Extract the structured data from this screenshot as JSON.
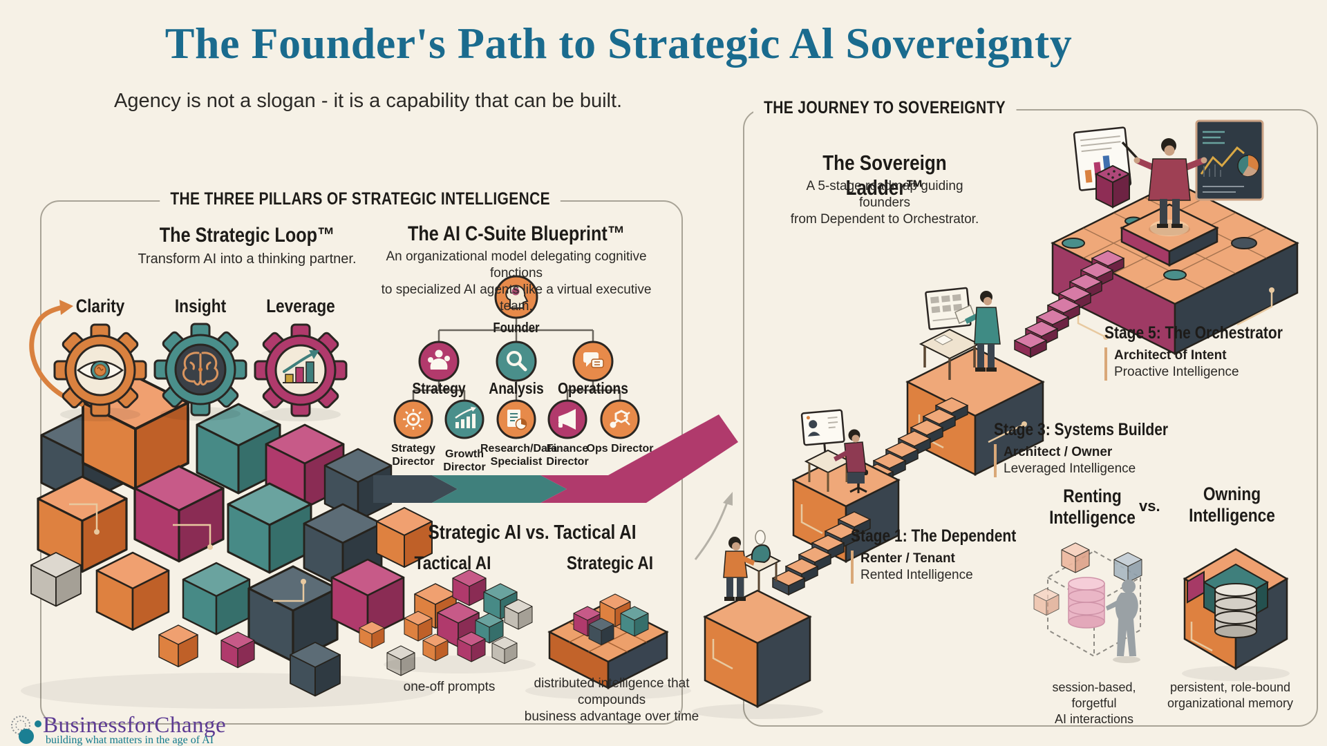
{
  "palette": {
    "background": "#f6f1e6",
    "title_teal": "#1a6b8e",
    "ink": "#201d1a",
    "orange": "#de8140",
    "teal": "#4a8f8b",
    "magenta": "#b03a6c",
    "slate": "#3d4a54",
    "tan_accent": "#d9a878",
    "brand_purple": "#5d3b93",
    "brand_teal": "#11798c"
  },
  "header": {
    "title": "The Founder's Path to Strategic Al Sovereignty",
    "subtitle": "Agency is not a slogan - it is a capability that can be built."
  },
  "left_panel": {
    "header": "THE THREE PILLARS OF STRATEGIC INTELLIGENCE",
    "strategic_loop": {
      "title": "The Strategic Loop™",
      "desc": "Transform AI into a thinking partner."
    },
    "blueprint": {
      "title": "The AI C-Suite Blueprint™",
      "desc1": "An organizational model delegating cognitive fonctions",
      "desc2": "to specialized AI agents like a virtual executive team."
    },
    "gears": [
      {
        "label": "Clarity",
        "icon": "eye-gear-icon",
        "color": "#d9813f"
      },
      {
        "label": "Insight",
        "icon": "brain-gear-icon",
        "color": "#4a8f8b"
      },
      {
        "label": "Leverage",
        "icon": "growth-gear-icon",
        "color": "#b03a6c"
      }
    ],
    "org_chart": {
      "root": {
        "label": "Founder",
        "icon": "founder-head-icon",
        "color": "#e78a4a"
      },
      "level2": [
        {
          "label": "Strategy",
          "icon": "strategist-icon",
          "color": "#b23a6c"
        },
        {
          "label": "Analysis",
          "icon": "magnifier-icon",
          "color": "#4a8f8b"
        },
        {
          "label": "Operations",
          "icon": "chat-bubbles-icon",
          "color": "#e78a4a"
        }
      ],
      "level3": [
        {
          "label": "Strategy Director",
          "icon": "target-gear-icon",
          "color": "#e78a4a"
        },
        {
          "label": "Growth Director",
          "icon": "bar-growth-icon",
          "color": "#4a8f8b"
        },
        {
          "label": "Research/Data Specialist",
          "icon": "report-pie-icon",
          "color": "#e78a4a"
        },
        {
          "label": "Finance Director",
          "icon": "megaphone-icon",
          "color": "#b23a6c"
        },
        {
          "label": "Ops Director",
          "icon": "network-icon",
          "color": "#e78a4a"
        }
      ]
    },
    "comparison": {
      "title": "Strategic AI vs. Tactical AI",
      "tactical_label": "Tactical AI",
      "strategic_label": "Strategic AI",
      "tactical_caption": "one-off prompts",
      "strategic_caption1": "distributed intelligence that compounds",
      "strategic_caption2": "business advantage over time"
    }
  },
  "right_panel": {
    "header": "THE JOURNEY TO SOVEREIGNTY",
    "ladder": {
      "title": "The Sovereign Ladder™",
      "desc1": "A 5-stage roadmap guiding founders",
      "desc2": "from Dependent to Orchestrator."
    },
    "stages": [
      {
        "title": "Stage 1: The Dependent",
        "role": "Renter / Tenant",
        "mode": "Rented Intelligence"
      },
      {
        "title": "Stage 3: Systems Builder",
        "role": "Architect / Owner",
        "mode": "Leveraged Intelligence"
      },
      {
        "title": "Stage 5: The Orchestrator",
        "role": "Architect of Intent",
        "mode": "Proactive Intelligence"
      }
    ],
    "rent_vs_own": {
      "renting1": "Renting",
      "renting2": "Intelligence",
      "vs": "vs.",
      "owning1": "Owning",
      "owning2": "Intelligence",
      "renting_caption1": "session-based, forgetful",
      "renting_caption2": "AI interactions",
      "owning_caption1": "persistent, role-bound",
      "owning_caption2": "organizational memory"
    }
  },
  "footer": {
    "brand": "BusinessforChange",
    "tagline": "building what matters in the age of AI"
  }
}
